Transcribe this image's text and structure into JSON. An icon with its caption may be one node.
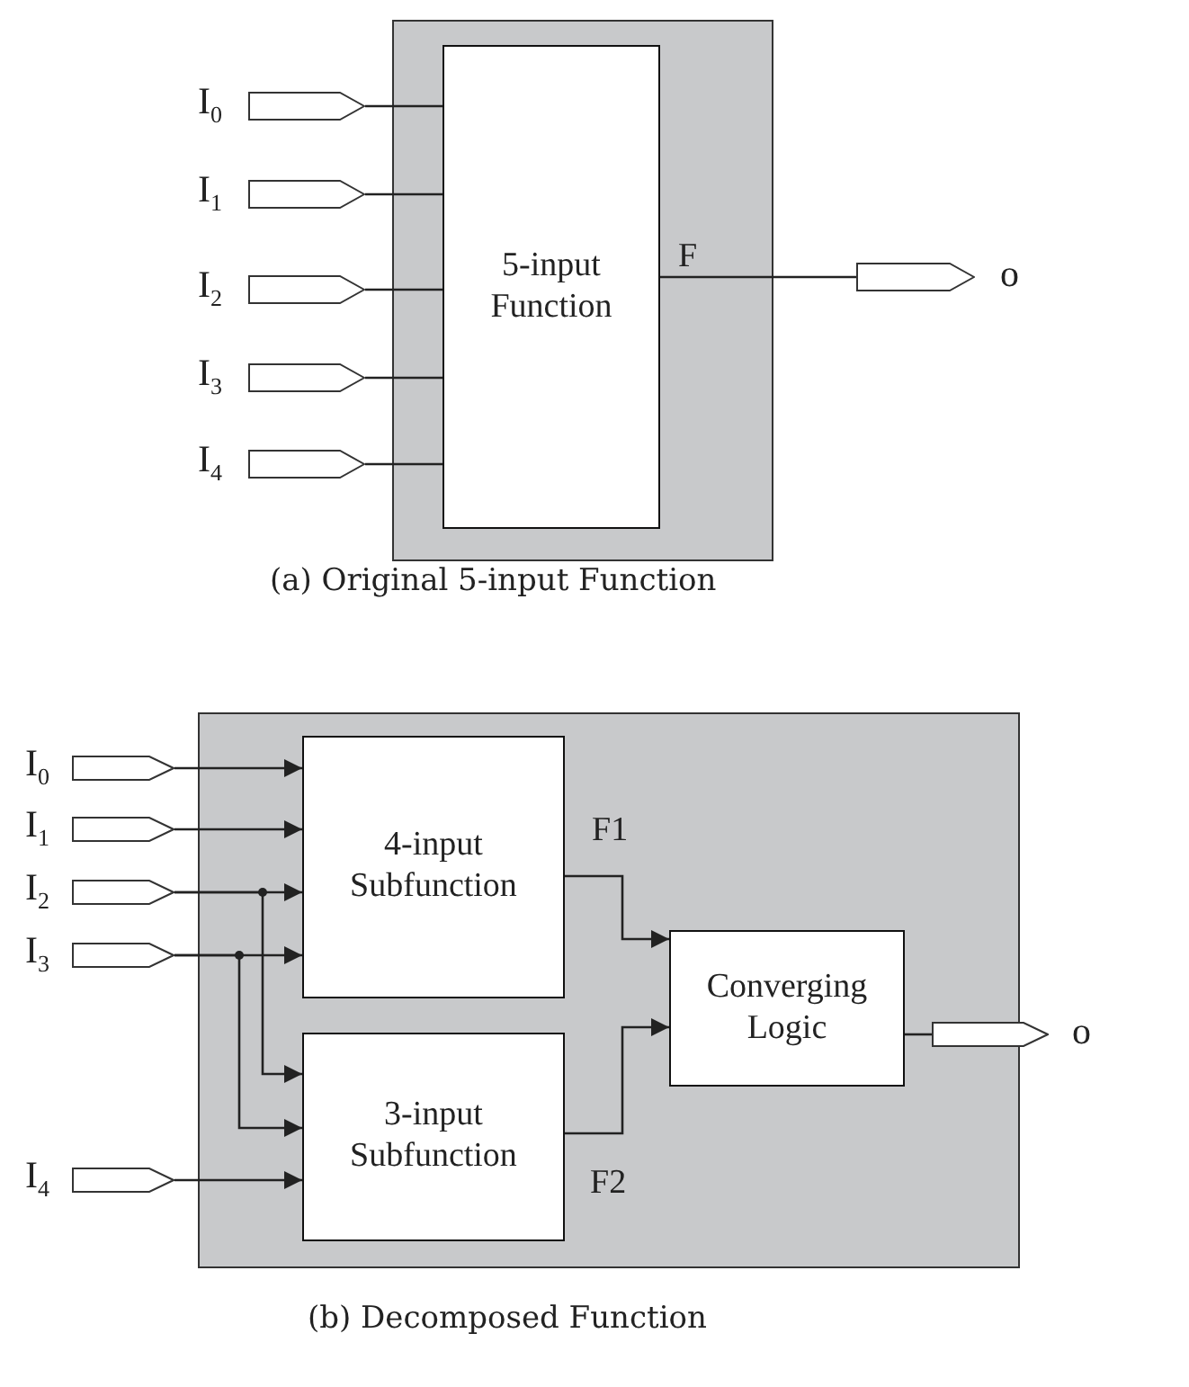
{
  "diagram": {
    "nodes": [
      {
        "text": [],
        "shape": "box"
      },
      {
        "text": [
          "5-input Function"
        ],
        "in": 0
      },
      {
        "text": [],
        "shape": "pentagon",
        "beside": [
          "I$_{0}$"
        ]
      },
      {
        "text": [],
        "shape": "pentagon",
        "beside": [
          "I$_{1}$"
        ]
      },
      {
        "text": [],
        "shape": "pentagon",
        "beside": [
          "I$_{2}$"
        ]
      },
      {
        "text": [],
        "shape": "pentagon",
        "beside": [
          "I$_{3}$"
        ]
      },
      {
        "text": [],
        "shape": "pentagon",
        "beside": [
          "I$_{4}$"
        ]
      },
      {
        "text": [],
        "shape": "pentagon",
        "beside": [
          "o"
        ]
      },
      {
        "text": [],
        "shape": "box"
      },
      {
        "text": [
          "4-input Subfunction"
        ],
        "in": 8
      },
      {
        "text": [
          "3-input Subfunction"
        ],
        "in": 8
      },
      {
        "text": [
          "Converging Logic"
        ],
        "in": 8
      },
      {
        "text": [],
        "shape": "pentagon",
        "beside": [
          "I$_{0}$"
        ]
      },
      {
        "text": [],
        "shape": "pentagon",
        "beside": [
          "I$_{1}$"
        ]
      },
      {
        "text": [],
        "shape": "pentagon",
        "beside": [
          "I$_{2}$"
        ]
      },
      {
        "text": [],
        "shape": "pentagon",
        "beside": [
          "I$_{3}$"
        ]
      },
      {
        "text": [],
        "shape": "pentagon",
        "beside": [
          "I$_{4}$"
        ]
      },
      {
        "text": [],
        "shape": "pentagon",
        "beside": [
          "o"
        ]
      }
    ],
    "edges": [
      {
        "from": 2,
        "to": 1,
        "arrow": "none"
      },
      {
        "from": 3,
        "to": 1,
        "arrow": "none"
      },
      {
        "from": 4,
        "to": 1,
        "arrow": "none"
      },
      {
        "from": 5,
        "to": 1,
        "arrow": "none"
      },
      {
        "from": 6,
        "to": 1,
        "arrow": "none"
      },
      {
        "from": 1,
        "to": 7,
        "arrow": "none",
        "label": "F"
      },
      {
        "from": 12,
        "to": 9,
        "arrow": "to"
      },
      {
        "from": 13,
        "to": 9,
        "arrow": "to"
      },
      {
        "from": 14,
        "to": 9,
        "arrow": "to"
      },
      {
        "from": 15,
        "to": 9,
        "arrow": "to"
      },
      {
        "from": 14,
        "to": 10,
        "arrow": "to"
      },
      {
        "from": 15,
        "to": 10,
        "arrow": "to"
      },
      {
        "from": 16,
        "to": 10,
        "arrow": "to"
      },
      {
        "from": 9,
        "to": 11,
        "arrow": "to",
        "label": "F1"
      },
      {
        "from": 10,
        "to": 11,
        "arrow": "to",
        "label": "F2"
      },
      {
        "from": 11,
        "to": 17,
        "arrow": "none"
      }
    ],
    "labels": [
      "(a) Original 5-input Function",
      "(b) Decomposed Function"
    ]
  }
}
